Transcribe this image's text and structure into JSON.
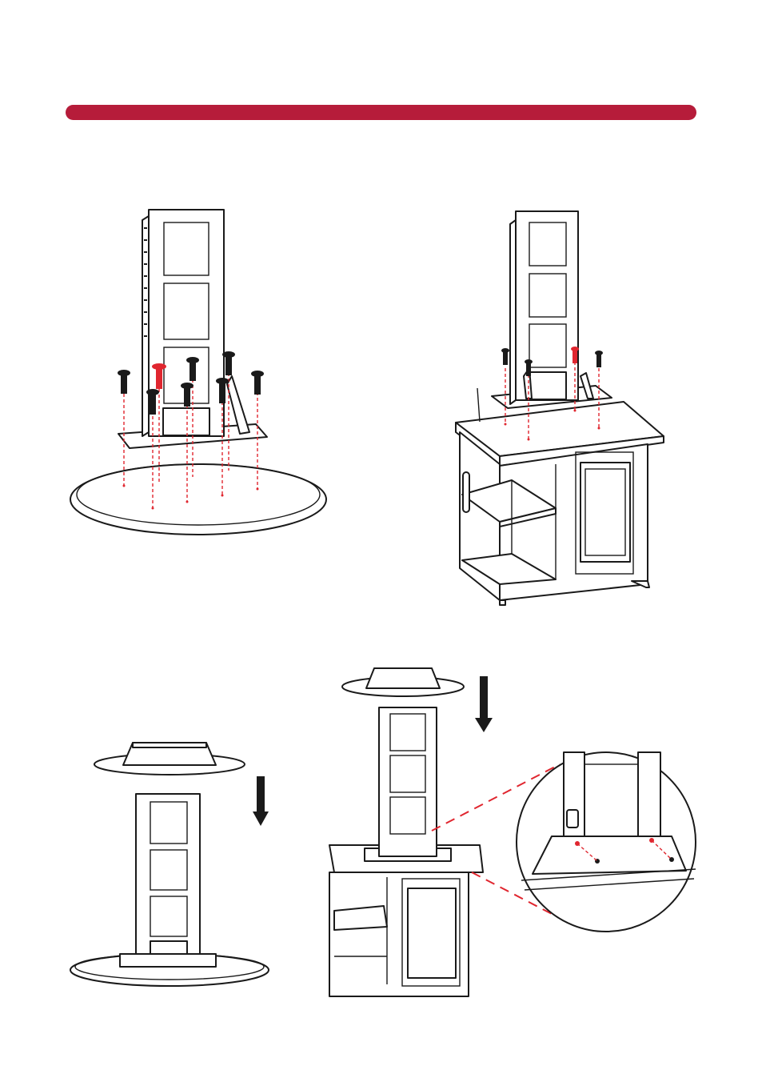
{
  "colors": {
    "accent": "#b61c3a",
    "line": "#1a1a1a",
    "screw_highlight": "#e0262f",
    "background": "#ffffff"
  },
  "figures": [
    {
      "name": "frame-on-oval-base",
      "icons": [
        "screw-icon"
      ]
    },
    {
      "name": "frame-on-cabinet",
      "icons": [
        "screw-icon"
      ]
    },
    {
      "name": "top-onto-frame",
      "icons": [
        "down-arrow-icon"
      ]
    },
    {
      "name": "top-onto-cabinet-frame",
      "icons": [
        "down-arrow-icon",
        "magnifier-detail"
      ]
    }
  ]
}
